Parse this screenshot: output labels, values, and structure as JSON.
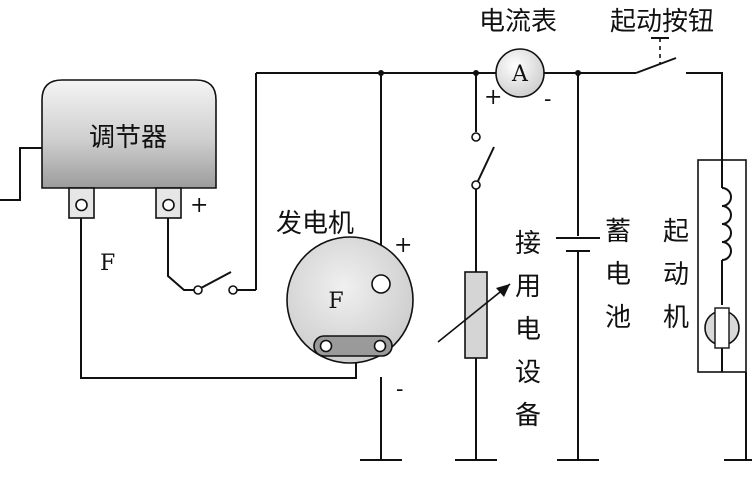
{
  "labels": {
    "regulator": "调节器",
    "ammeter_title": "电流表",
    "ammeter_symbol": "A",
    "start_button": "起动按钮",
    "generator": "发电机",
    "field_terminal_regulator": "F",
    "field_terminal_generator": "F",
    "load": [
      "接",
      "用",
      "电",
      "设",
      "备"
    ],
    "battery": [
      "蓄",
      "电",
      "池"
    ],
    "starter": [
      "起",
      "动",
      "机"
    ],
    "plus": "+",
    "minus": "-"
  },
  "colors": {
    "line": "#111111",
    "body_gray": "#d9d9d9",
    "regulator_top": "#f2f2f2",
    "regulator_bottom": "#9a9a9a"
  }
}
